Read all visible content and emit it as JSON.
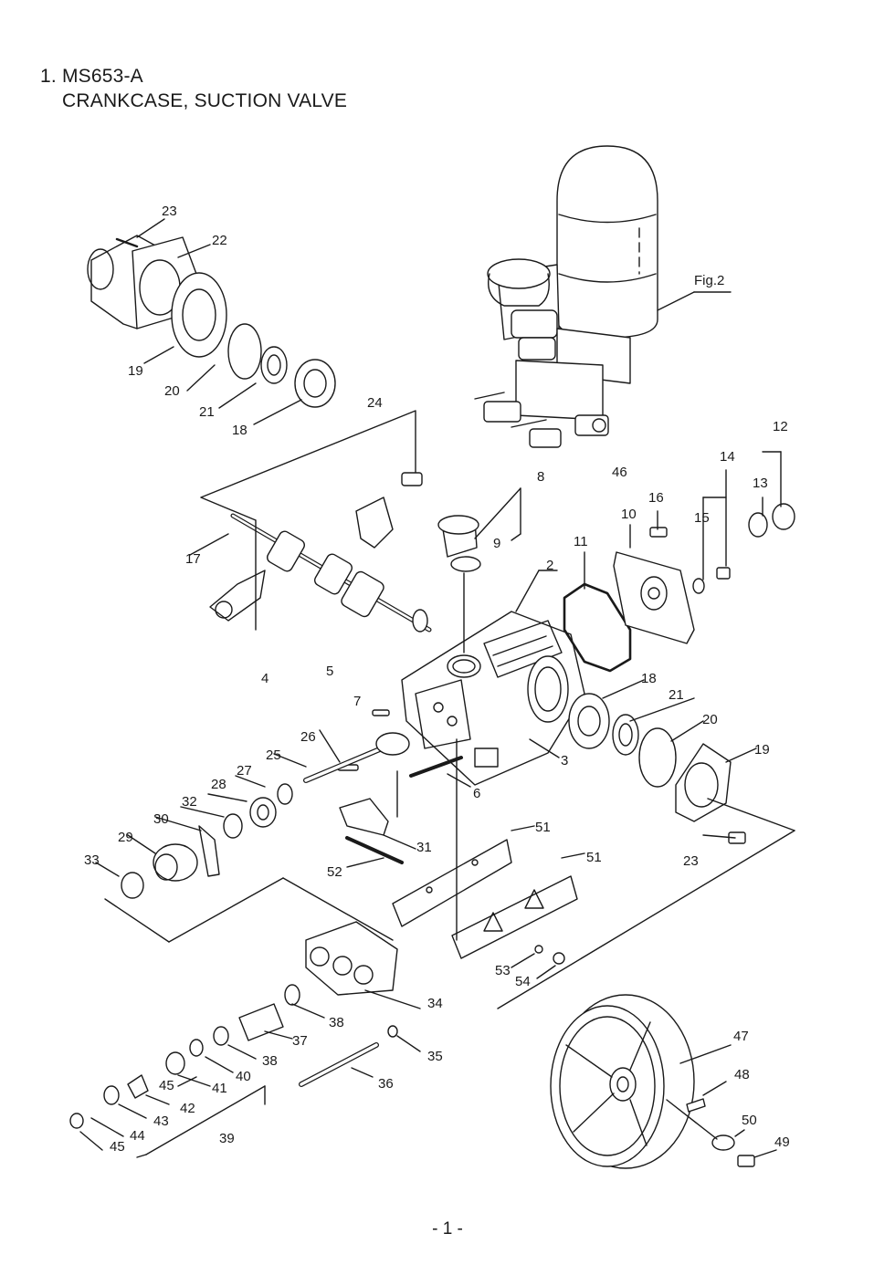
{
  "title": {
    "line1": "1. MS653-A",
    "line2": "CRANKCASE, SUCTION VALVE"
  },
  "figure_ref": "Fig.2",
  "page_number": "- 1 -",
  "callouts": [
    "23",
    "22",
    "19",
    "20",
    "21",
    "18",
    "24",
    "17",
    "8",
    "9",
    "2",
    "11",
    "10",
    "16",
    "15",
    "14",
    "13",
    "12",
    "46",
    "4",
    "5",
    "7",
    "26",
    "25",
    "27",
    "28",
    "32",
    "30",
    "29",
    "33",
    "3",
    "6",
    "18",
    "21",
    "20",
    "19",
    "23",
    "31",
    "52",
    "51",
    "51",
    "53",
    "54",
    "34",
    "38",
    "37",
    "38",
    "35",
    "36",
    "40",
    "41",
    "42",
    "43",
    "44",
    "45",
    "45",
    "39",
    "47",
    "48",
    "50",
    "49"
  ]
}
